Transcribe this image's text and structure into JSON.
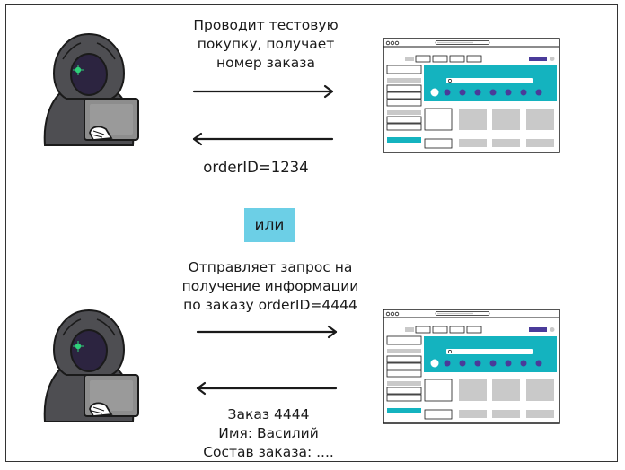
{
  "top": {
    "request_lines": [
      "Проводит тестовую",
      "покупку, получает",
      "номер заказа"
    ],
    "response": "orderID=1234"
  },
  "divider": {
    "label": "или"
  },
  "bottom": {
    "request_lines": [
      "Отправляет запрос на",
      "получение информации",
      "по заказу orderID=4444"
    ],
    "response_lines": [
      "Заказ 4444",
      "Имя: Василий",
      "Состав заказа: ...."
    ]
  },
  "icons": {
    "attacker": "hooded-hacker-with-laptop-icon",
    "website": "online-shop-browser-window-icon"
  },
  "colors": {
    "accent": "#14b3bf",
    "dot": "#4a3b9a",
    "badge": "#6ccfe6",
    "hood": "#4e4e52",
    "outline": "#1a1a1a"
  }
}
